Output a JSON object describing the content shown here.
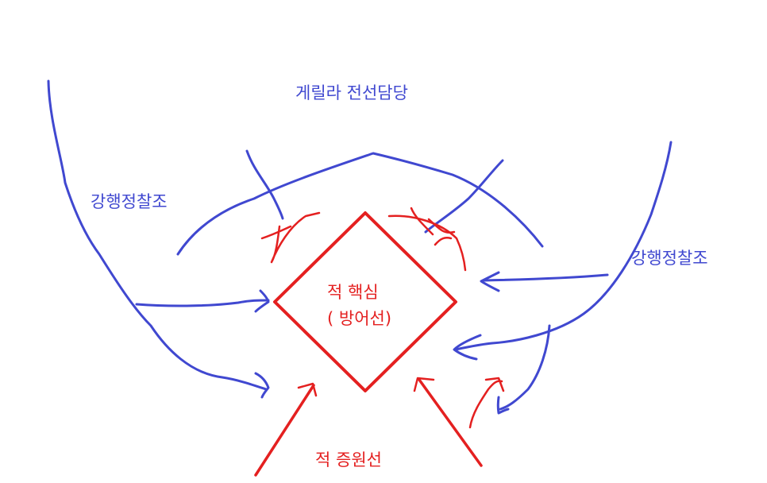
{
  "labels": {
    "guerrilla_front": "게릴라 전선담당",
    "recon_left": "강행정찰조",
    "recon_right": "강행정찰조",
    "enemy_core": "적 핵심",
    "defense_line": "( 방어선)",
    "reinforcement_line": "적 증원선"
  },
  "colors": {
    "blue": "#4048d0",
    "red": "#e42020"
  }
}
